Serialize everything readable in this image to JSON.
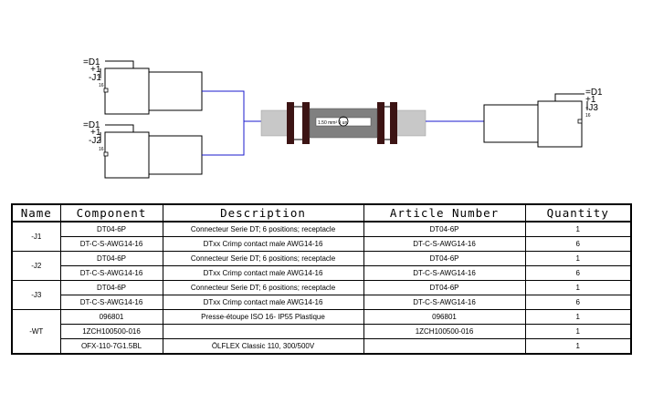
{
  "connectors": [
    {
      "lines": [
        "=D1",
        "+1",
        "-J1"
      ],
      "pin": "16"
    },
    {
      "lines": [
        "=D1",
        "+1",
        "-J2"
      ],
      "pin": "16"
    },
    {
      "lines": [
        "=D1",
        "+1",
        "-J3"
      ],
      "pin": "16"
    }
  ],
  "cable_label": "1.50 mm² 9 uni",
  "colors": {
    "wire": "#1a1acc",
    "sleeve": "#c8c8c8",
    "tube": "#808080",
    "ring": "#3c1414"
  },
  "table": {
    "headers": [
      "Name",
      "Component",
      "Description",
      "Article Number",
      "Quantity"
    ],
    "groups": [
      {
        "name": "-J1",
        "rows": [
          {
            "component": "DT04-6P",
            "description": "Connecteur Serie DT; 6 positions; receptacle",
            "article": "DT04-6P",
            "quantity": "1"
          },
          {
            "component": "DT-C-S-AWG14-16",
            "description": "DTxx Crimp contact male AWG14-16",
            "article": "DT-C-S-AWG14-16",
            "quantity": "6"
          }
        ]
      },
      {
        "name": "-J2",
        "rows": [
          {
            "component": "DT04-6P",
            "description": "Connecteur Serie DT; 6 positions; receptacle",
            "article": "DT04-6P",
            "quantity": "1"
          },
          {
            "component": "DT-C-S-AWG14-16",
            "description": "DTxx Crimp contact male AWG14-16",
            "article": "DT-C-S-AWG14-16",
            "quantity": "6"
          }
        ]
      },
      {
        "name": "-J3",
        "rows": [
          {
            "component": "DT04-6P",
            "description": "Connecteur Serie DT; 6 positions; receptacle",
            "article": "DT04-6P",
            "quantity": "1"
          },
          {
            "component": "DT-C-S-AWG14-16",
            "description": "DTxx Crimp contact male AWG14-16",
            "article": "DT-C-S-AWG14-16",
            "quantity": "6"
          }
        ]
      },
      {
        "name": "-WT",
        "rows": [
          {
            "component": "096801",
            "description": "Presse-étoupe ISO 16- IP55 Plastique",
            "article": "096801",
            "quantity": "1"
          },
          {
            "component": "1ZCH100500-016",
            "description": "",
            "article": "1ZCH100500-016",
            "quantity": "1"
          },
          {
            "component": "OFX-110-7G1.5BL",
            "description": "ÖLFLEX Classic 110, 300/500V",
            "article": "",
            "quantity": "1"
          }
        ]
      }
    ]
  }
}
